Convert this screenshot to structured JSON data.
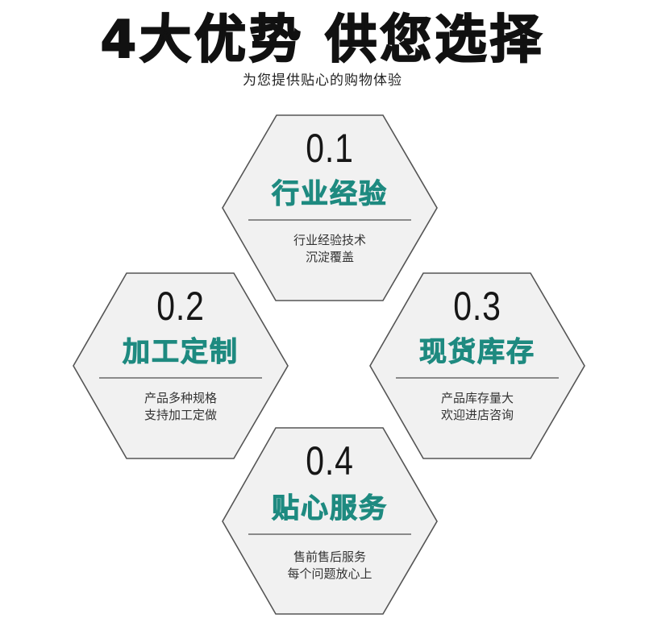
{
  "header": {
    "title": "4大优势 供您选择",
    "subtitle": "为您提供贴心的购物体验"
  },
  "colors": {
    "accent_teal": "#1e8a80",
    "hex_fill": "#f1f1f1",
    "hex_stroke": "#555555",
    "number_text": "#161616",
    "divider": "#8a8a8a"
  },
  "cards": [
    {
      "number": "0.1",
      "heading": "行业经验",
      "desc_line1": "行业经验技术",
      "desc_line2": "沉淀覆盖"
    },
    {
      "number": "0.2",
      "heading": "加工定制",
      "desc_line1": "产品多种规格",
      "desc_line2": "支持加工定做"
    },
    {
      "number": "0.3",
      "heading": "现货库存",
      "desc_line1": "产品库存量大",
      "desc_line2": "欢迎进店咨询"
    },
    {
      "number": "0.4",
      "heading": "贴心服务",
      "desc_line1": "售前售后服务",
      "desc_line2": "每个问题放心上"
    }
  ]
}
